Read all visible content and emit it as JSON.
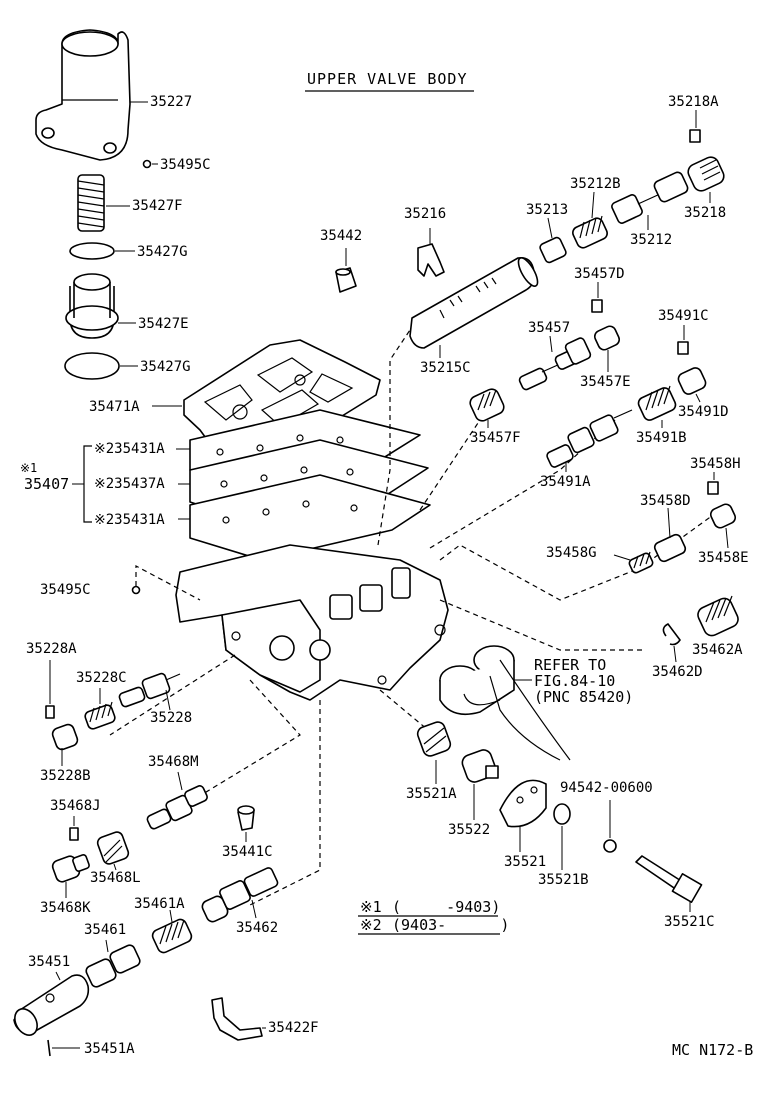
{
  "title": "UPPER VALVE BODY",
  "refer": {
    "line1": "REFER TO",
    "line2": "FIG.84-10",
    "line3": "(PNC 85420)"
  },
  "legend": {
    "l1_mark": "※1",
    "l1_text": "(     -9403)",
    "l2_mark": "※2",
    "l2_text": "(9403-      )"
  },
  "code": "MC N172-B",
  "group_mark": "※1",
  "group_label": "35407",
  "labels": {
    "p35227": "35227",
    "p35495C_top": "35495C",
    "p35427F": "35427F",
    "p35427G_a": "35427G",
    "p35427E": "35427E",
    "p35427G_b": "35427G",
    "p35471A": "35471A",
    "p35431A_a": "※235431A",
    "p35437A": "※235437A",
    "p35431A_b": "※235431A",
    "p35495C_mid": "35495C",
    "p35228A": "35228A",
    "p35228C": "35228C",
    "p35228": "35228",
    "p35228B": "35228B",
    "p35468M": "35468M",
    "p35468J": "35468J",
    "p35468L": "35468L",
    "p35468K": "35468K",
    "p35461A": "35461A",
    "p35461": "35461",
    "p35451": "35451",
    "p35451A": "35451A",
    "p35441C": "35441C",
    "p35462": "35462",
    "p35422F": "35422F",
    "p35442": "35442",
    "p35216": "35216",
    "p35213": "35213",
    "p35212B": "35212B",
    "p35212": "35212",
    "p35218A": "35218A",
    "p35218": "35218",
    "p35215C": "35215C",
    "p35457D": "35457D",
    "p35457": "35457",
    "p35457E": "35457E",
    "p35457F": "35457F",
    "p35491C": "35491C",
    "p35491D": "35491D",
    "p35491B": "35491B",
    "p35491A": "35491A",
    "p35458H": "35458H",
    "p35458D": "35458D",
    "p35458G": "35458G",
    "p35458E": "35458E",
    "p35462A": "35462A",
    "p35462D": "35462D",
    "p35521A": "35521A",
    "p35522": "35522",
    "p35521": "35521",
    "p35521B": "35521B",
    "p94542": "94542-00600",
    "p35521C": "35521C"
  }
}
